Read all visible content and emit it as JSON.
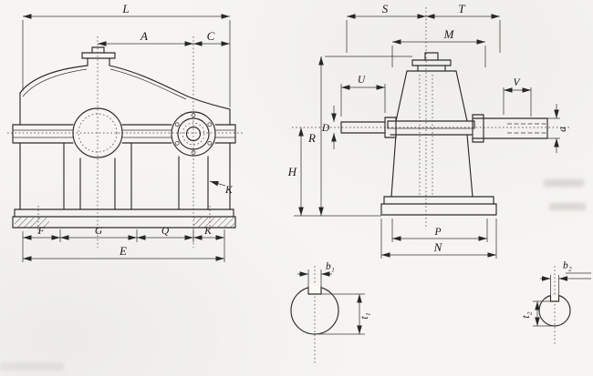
{
  "front_view": {
    "labels": {
      "L": "L",
      "A": "A",
      "C": "C",
      "F": "F",
      "G": "G",
      "Q": "Q",
      "K": "K",
      "E": "E"
    }
  },
  "side_view": {
    "labels": {
      "S": "S",
      "T": "T",
      "M": "M",
      "U": "U",
      "V": "V",
      "D": "D",
      "R": "R",
      "H": "H",
      "a": "a",
      "P": "P",
      "N": "N"
    }
  },
  "shaft_sections": {
    "labels": {
      "b1": "b₁",
      "t1": "t₁",
      "b2": "b₂",
      "t2": "t₂"
    }
  }
}
